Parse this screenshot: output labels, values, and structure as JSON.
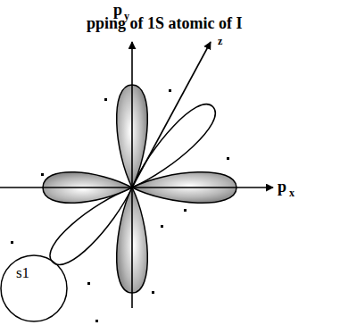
{
  "diagram": {
    "title": "pping of 1S atomic of I",
    "nodes": [
      {
        "text": [
          "s1"
        ]
      }
    ],
    "labels": [
      "p",
      "y",
      "p",
      "x",
      "z"
    ]
  }
}
